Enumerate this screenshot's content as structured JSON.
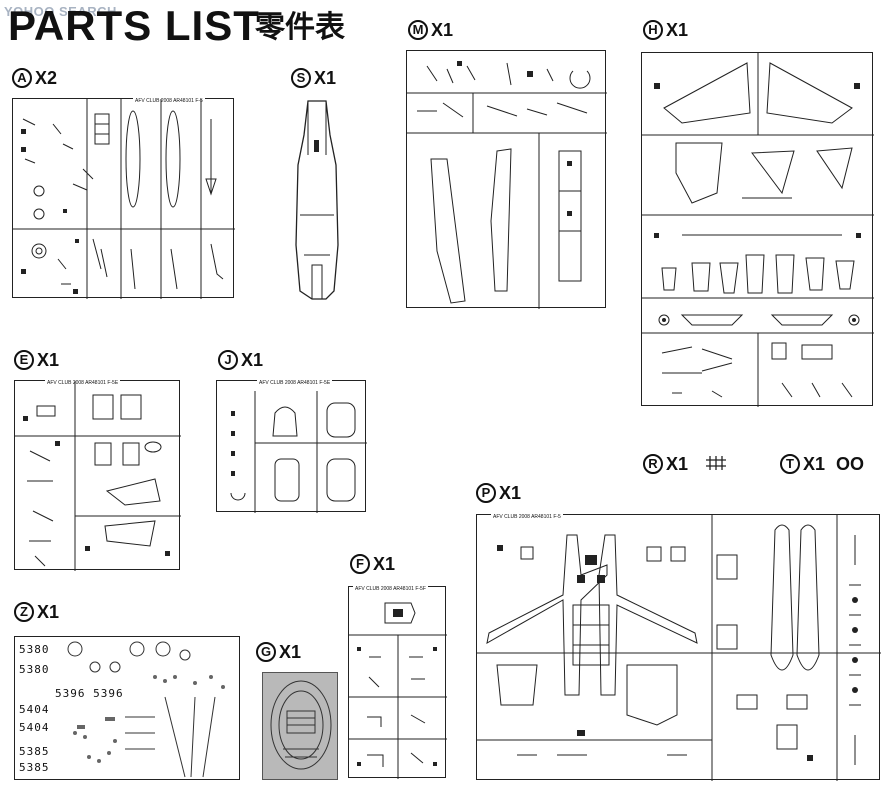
{
  "watermark": "YOHOO SEARCH",
  "header": {
    "title": "PARTS LIST",
    "title_cn": "零件表"
  },
  "sprues": {
    "A": {
      "letter": "A",
      "qty": "X2",
      "tag": "AFV CLUB 2008 AR48101 F-5"
    },
    "S": {
      "letter": "S",
      "qty": "X1"
    },
    "M": {
      "letter": "M",
      "qty": "X1"
    },
    "H": {
      "letter": "H",
      "qty": "X1"
    },
    "E": {
      "letter": "E",
      "qty": "X1",
      "tag": "AFV CLUB 2008 AR48101 F-5E"
    },
    "J": {
      "letter": "J",
      "qty": "X1",
      "tag": "AFV CLUB 2008 AR48101 F-5E"
    },
    "R": {
      "letter": "R",
      "qty": "X1"
    },
    "T": {
      "letter": "T",
      "qty": "X1"
    },
    "P": {
      "letter": "P",
      "qty": "X1",
      "tag": "AFV CLUB 2008 AR48101 F-5"
    },
    "F": {
      "letter": "F",
      "qty": "X1",
      "tag": "AFV CLUB 2008 AR48101 F-5F"
    },
    "Z": {
      "letter": "Z",
      "qty": "X1"
    },
    "G": {
      "letter": "G",
      "qty": "X1"
    }
  },
  "decals": {
    "numbers": [
      "5380",
      "5380",
      "5396  5396",
      "5404",
      "5404",
      "5385",
      "5385"
    ]
  },
  "t_parts": "OO"
}
